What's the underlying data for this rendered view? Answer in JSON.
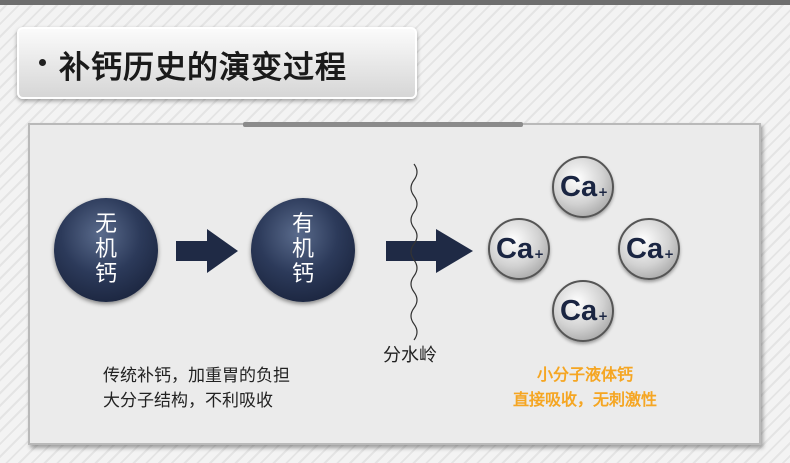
{
  "title": "补钙历史的演变过程",
  "stages": [
    {
      "label": "无\n机\n钙"
    },
    {
      "label": "有\n机\n钙"
    }
  ],
  "watershed_label": "分水岭",
  "calcium_ion": {
    "symbol": "Ca",
    "charge": "+"
  },
  "left_caption": {
    "line1": "传统补钙，加重胃的负担",
    "line2": "大分子结构，不利吸收"
  },
  "right_caption": {
    "line1": "小分子液体钙",
    "line2": "直接吸收，无刺激性"
  },
  "colors": {
    "ball_dark": "#1f2a45",
    "arrow": "#1f2a45",
    "highlight_text": "#f5a623"
  }
}
